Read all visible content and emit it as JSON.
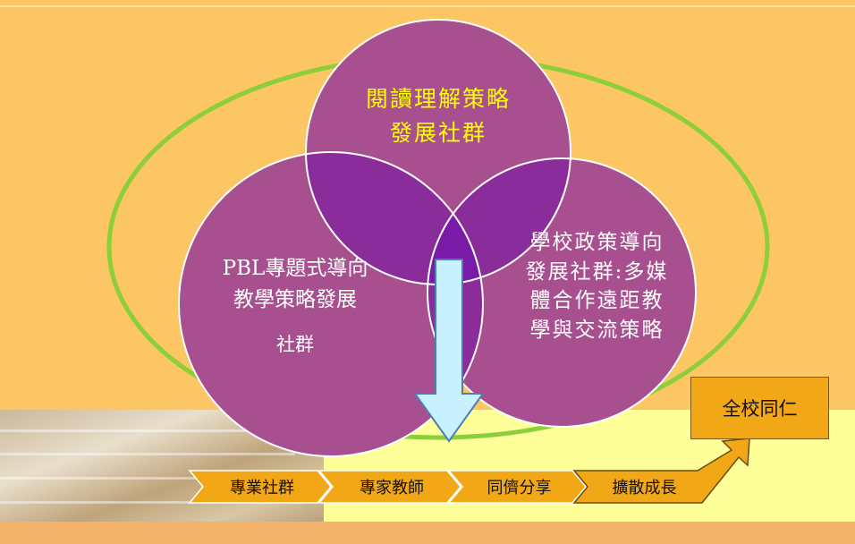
{
  "circles": {
    "top": "閱讀理解策略\n發展社群",
    "left_line1": "PBL專題式導向\n教學策略發展",
    "left_line2": "社群",
    "right": "學校政策導向\n發展社群:多媒\n體合作遠距教\n學與交流策略"
  },
  "steps": [
    "專業社群",
    "專家教師",
    "同儕分享",
    "擴散成長"
  ],
  "target": "全校同仁",
  "colors": {
    "circle_fill": "#a8508f",
    "circle_stroke": "#ffffff",
    "overlap_pair": "#8a2c9a",
    "overlap_center": "#7a1aa8",
    "outer_ellipse": "#8ccf3a",
    "arrow_fill": "#c8f0ff",
    "chevron_fill": "#f2a816",
    "top_text": "#ffff00"
  }
}
